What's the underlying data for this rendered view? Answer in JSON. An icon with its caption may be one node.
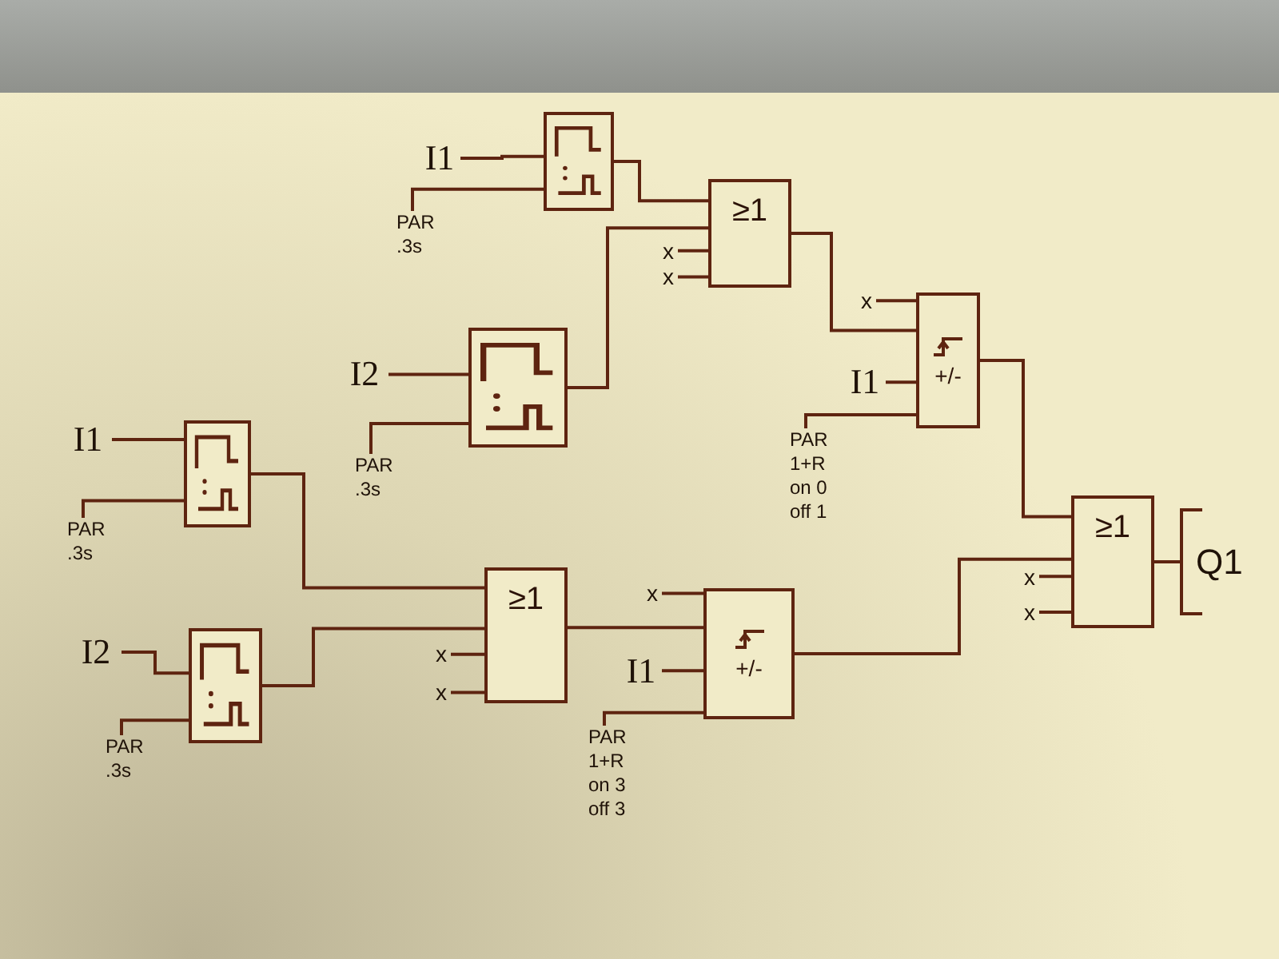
{
  "diagram": {
    "nodes": [
      {
        "text": [
          "I1"
        ]
      },
      {
        "text": [],
        "shape": "box"
      },
      {
        "text": [
          "PAR .3s"
        ]
      },
      {
        "text": [
          "≥1"
        ]
      },
      {
        "text": [
          "x"
        ]
      },
      {
        "text": [
          "x"
        ]
      },
      {
        "text": [
          "I2"
        ]
      },
      {
        "text": [],
        "shape": "box"
      },
      {
        "text": [
          "PAR .3s"
        ]
      },
      {
        "text": [
          "+/-"
        ]
      },
      {
        "text": [
          "x"
        ]
      },
      {
        "text": [
          "I1"
        ]
      },
      {
        "text": [
          "PAR 1+R on 0 off 1"
        ]
      },
      {
        "text": [
          "I1"
        ]
      },
      {
        "text": [],
        "shape": "box"
      },
      {
        "text": [
          "PAR .3s"
        ]
      },
      {
        "text": [
          "I2"
        ]
      },
      {
        "text": [],
        "shape": "box"
      },
      {
        "text": [
          "PAR .3s"
        ]
      },
      {
        "text": [
          "≥1"
        ]
      },
      {
        "text": [
          "x"
        ]
      },
      {
        "text": [
          "x"
        ]
      },
      {
        "text": [
          "+/-"
        ]
      },
      {
        "text": [
          "x"
        ]
      },
      {
        "text": [
          "I1"
        ]
      },
      {
        "text": [
          "PAR 1+R on 3 off 3"
        ]
      },
      {
        "text": [
          "≥1"
        ]
      },
      {
        "text": [
          "x"
        ]
      },
      {
        "text": [
          "x"
        ]
      },
      {
        "text": [
          "Q1"
        ]
      }
    ],
    "edges": [
      {
        "from": 0,
        "to": 1,
        "arrow": "none"
      },
      {
        "from": 2,
        "to": 1,
        "arrow": "none"
      },
      {
        "from": 1,
        "to": 3,
        "arrow": "none"
      },
      {
        "from": 7,
        "to": 3,
        "arrow": "none"
      },
      {
        "from": 4,
        "to": 3,
        "arrow": "none"
      },
      {
        "from": 5,
        "to": 3,
        "arrow": "none"
      },
      {
        "from": 6,
        "to": 7,
        "arrow": "none"
      },
      {
        "from": 8,
        "to": 7,
        "arrow": "none"
      },
      {
        "from": 3,
        "to": 9,
        "arrow": "none"
      },
      {
        "from": 10,
        "to": 9,
        "arrow": "none"
      },
      {
        "from": 11,
        "to": 9,
        "arrow": "none"
      },
      {
        "from": 12,
        "to": 9,
        "arrow": "none"
      },
      {
        "from": 9,
        "to": 26,
        "arrow": "none"
      },
      {
        "from": 13,
        "to": 14,
        "arrow": "none"
      },
      {
        "from": 15,
        "to": 14,
        "arrow": "none"
      },
      {
        "from": 16,
        "to": 17,
        "arrow": "none"
      },
      {
        "from": 18,
        "to": 17,
        "arrow": "none"
      },
      {
        "from": 14,
        "to": 19,
        "arrow": "none"
      },
      {
        "from": 17,
        "to": 19,
        "arrow": "none"
      },
      {
        "from": 20,
        "to": 19,
        "arrow": "none"
      },
      {
        "from": 21,
        "to": 19,
        "arrow": "none"
      },
      {
        "from": 19,
        "to": 22,
        "arrow": "none"
      },
      {
        "from": 23,
        "to": 22,
        "arrow": "none"
      },
      {
        "from": 24,
        "to": 22,
        "arrow": "none"
      },
      {
        "from": 25,
        "to": 22,
        "arrow": "none"
      },
      {
        "from": 22,
        "to": 26,
        "arrow": "none"
      },
      {
        "from": 27,
        "to": 26,
        "arrow": "none"
      },
      {
        "from": 28,
        "to": 26,
        "arrow": "none"
      },
      {
        "from": 26,
        "to": 29,
        "arrow": "none"
      }
    ]
  }
}
